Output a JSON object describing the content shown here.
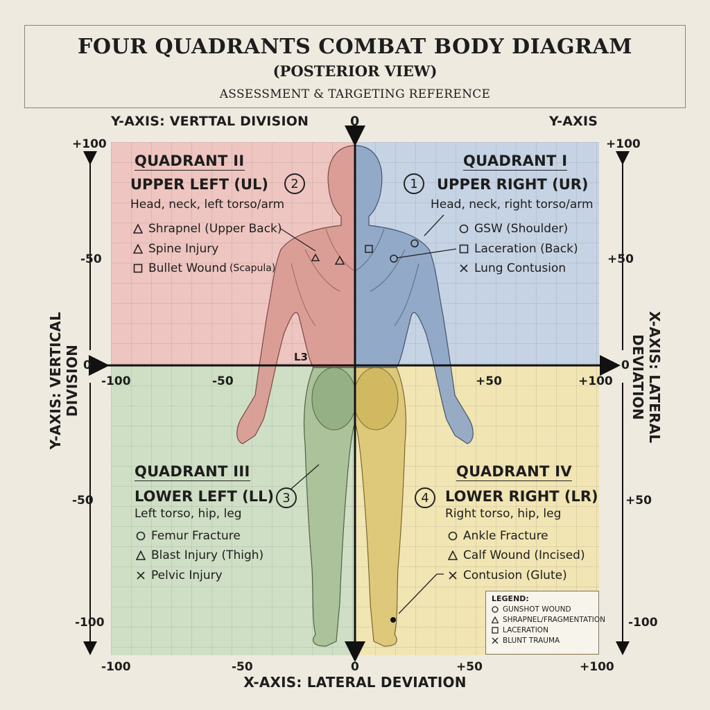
{
  "header": {
    "title": "FOUR QUADRANTS COMBAT BODY DIAGRAM",
    "subtitle": "(POSTERIOR VIEW)",
    "description": "ASSESSMENT & TARGETING REFERENCE"
  },
  "axes": {
    "top_left_label": "Y-AXIS: VERTTAL DIVISION",
    "top_center_zero": "0",
    "top_right_label": "Y-AXIS",
    "left_vertical_label": "Y-AXIS: VERTICAL DIVISION",
    "right_vertical_label": "X-AXIS: LATERAL DEVIATION",
    "bottom_label": "X-AXIS: LATERAL DEVIATION",
    "left_ticks": [
      "+100",
      "-50",
      "0",
      "-50",
      "-100"
    ],
    "right_ticks": [
      "+100",
      "+50",
      "0",
      "+50",
      "-100"
    ],
    "mid_ticks": [
      "-100",
      "-50",
      "+50",
      "+100"
    ],
    "bottom_ticks": [
      "-100",
      "-50",
      "0",
      "+50",
      "+100"
    ],
    "spine_marker": "L3"
  },
  "quadrants": {
    "q2": {
      "title": "QUADRANT II",
      "name": "UPPER LEFT (UL)",
      "number": "2",
      "description": "Head, neck, left torso/arm",
      "injuries": [
        {
          "symbol": "triangle",
          "label": "Shrapnel (Upper Back)"
        },
        {
          "symbol": "triangle",
          "label": "Spine Injury"
        },
        {
          "symbol": "square",
          "label": "Bullet Wound",
          "note": "(Scapula)"
        }
      ]
    },
    "q1": {
      "title": "QUADRANT I",
      "name": "UPPER RIGHT (UR)",
      "number": "1",
      "description": "Head, neck, right torso/arm",
      "injuries": [
        {
          "symbol": "circle",
          "label": "GSW (Shoulder)"
        },
        {
          "symbol": "square",
          "label": "Laceration (Back)"
        },
        {
          "symbol": "cross",
          "label": "Lung Contusion"
        }
      ]
    },
    "q3": {
      "title": "QUADRANT III",
      "name": "LOWER LEFT (LL)",
      "number": "3",
      "description": "Left torso, hip, leg",
      "injuries": [
        {
          "symbol": "circle",
          "label": "Femur Fracture"
        },
        {
          "symbol": "triangle",
          "label": "Blast Injury (Thigh)"
        },
        {
          "symbol": "cross",
          "label": "Pelvic Injury"
        }
      ]
    },
    "q4": {
      "title": "QUADRANT IV",
      "name": "LOWER RIGHT (LR)",
      "number": "4",
      "description": "Right torso, hip, leg",
      "injuries": [
        {
          "symbol": "circle",
          "label": "Ankle Fracture"
        },
        {
          "symbol": "triangle",
          "label": "Calf Wound (Incised)"
        },
        {
          "symbol": "cross",
          "label": "Contusion (Glute)"
        }
      ]
    }
  },
  "legend": {
    "title": "LEGEND:",
    "items": [
      {
        "symbol": "circle",
        "label": "GUNSHOT WOUND"
      },
      {
        "symbol": "triangle",
        "label": "SHRAPNEL/FRAGMENTATION"
      },
      {
        "symbol": "square",
        "label": "LACERATION"
      },
      {
        "symbol": "cross",
        "label": "BLUNT TRAUMA"
      }
    ]
  },
  "colors": {
    "q1": "#c6d3e4",
    "q2": "#eec5c0",
    "q3": "#cfdfc5",
    "q4": "#f1e5b3",
    "axis": "#111111",
    "background": "#efeadf"
  }
}
